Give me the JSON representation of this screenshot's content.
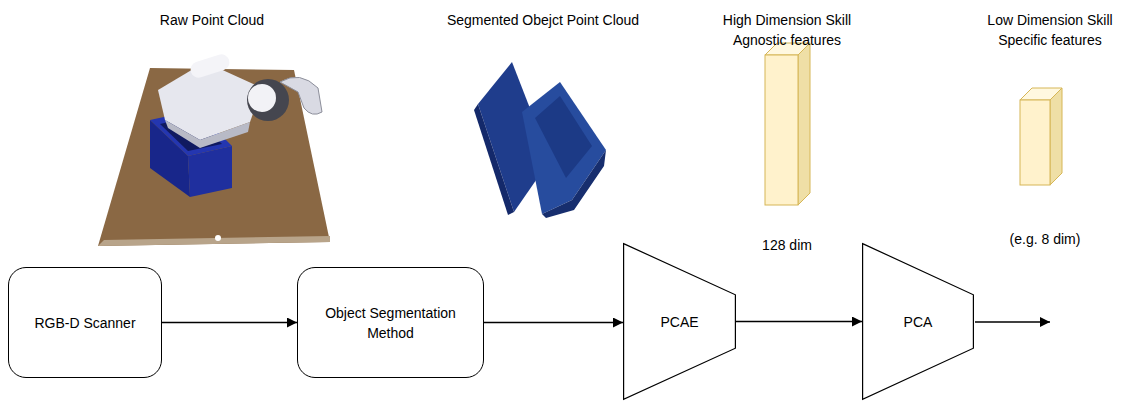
{
  "diagram": {
    "nodes": [
      {
        "text": [
          "RGB-D Scanner"
        ]
      },
      {
        "text": [
          "Object Segmentation Method"
        ]
      },
      {
        "text": [
          "PCAE"
        ]
      },
      {
        "text": [
          "PCA"
        ]
      }
    ],
    "edges": [
      {
        "from": 0,
        "to": 1,
        "arrow": "to"
      },
      {
        "from": 1,
        "to": 2,
        "arrow": "to"
      },
      {
        "from": 2,
        "to": 3,
        "arrow": "to"
      }
    ],
    "labels": [
      "Raw Point Cloud",
      "Segmented Obejct Point Cloud",
      "High Dimension Skill Agnostic features",
      "Low Dimension Skill Specific features",
      "128 dim",
      "(e.g. 8 dim)"
    ]
  }
}
